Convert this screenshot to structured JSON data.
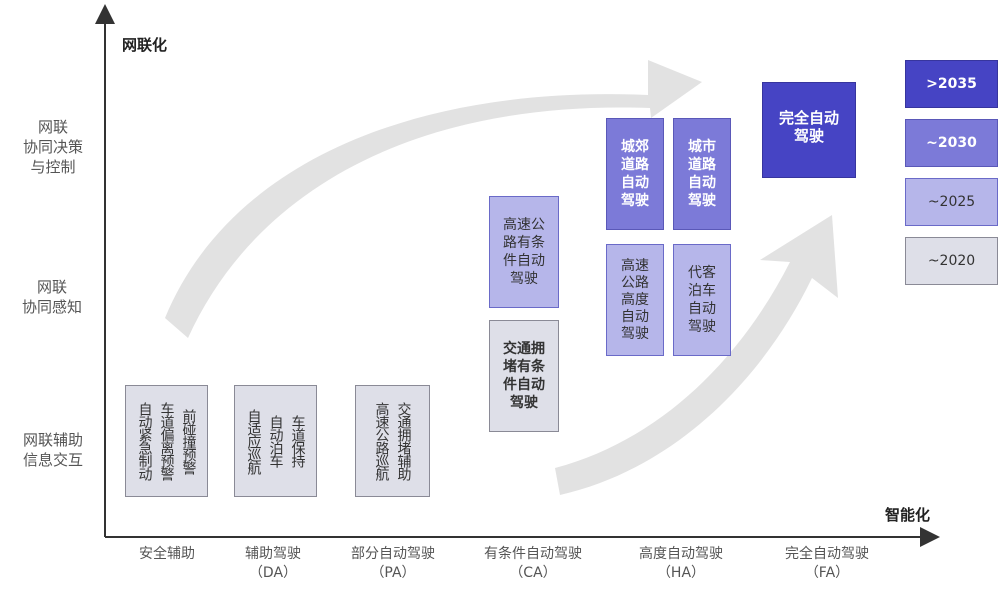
{
  "axes": {
    "y_title": "网联化",
    "x_title": "智能化",
    "y_levels": [
      {
        "label": "网联 协同决策 与控制"
      },
      {
        "label": "网联 协同感知"
      },
      {
        "label": "网联辅助 信息交互"
      }
    ],
    "x_levels": [
      {
        "name": "安全辅助",
        "abbr": ""
      },
      {
        "name": "辅助驾驶",
        "abbr": "（DA）"
      },
      {
        "name": "部分自动驾驶",
        "abbr": "（PA）"
      },
      {
        "name": "有条件自动驾驶",
        "abbr": "（CA）"
      },
      {
        "name": "高度自动驾驶",
        "abbr": "（HA）"
      },
      {
        "name": "完全自动驾驶",
        "abbr": "（FA）"
      }
    ]
  },
  "boxes": {
    "safety": [
      "自动紧急制动",
      "车道偏离预警",
      "前碰撞预警"
    ],
    "da": [
      "自适应巡航",
      "自动泊车",
      "车道保持"
    ],
    "pa": [
      "高速公路巡航",
      "交通拥堵辅助"
    ],
    "ca_highway": "高速公路有条件自动驾驶",
    "ca_jam": "交通拥堵有条件自动驾驶",
    "ha_suburban": "城郊道路自动驾驶",
    "ha_city": "城市道路自动驾驶",
    "ha_highway": "高速公路高度自动驾驶",
    "ha_valet": "代客泊车自动驾驶",
    "fa_full": "完全自动驾驶"
  },
  "legend": {
    "y2035": ">2035",
    "y2030": "~2030",
    "y2025": "~2025",
    "y2020": "~2020"
  },
  "colors": {
    "y2020": "#dedfe8",
    "y2025": "#b6b6ea",
    "y2030": "#7c7ad8",
    "y2035": "#4644c4",
    "arrow": "#e2e2e2"
  }
}
